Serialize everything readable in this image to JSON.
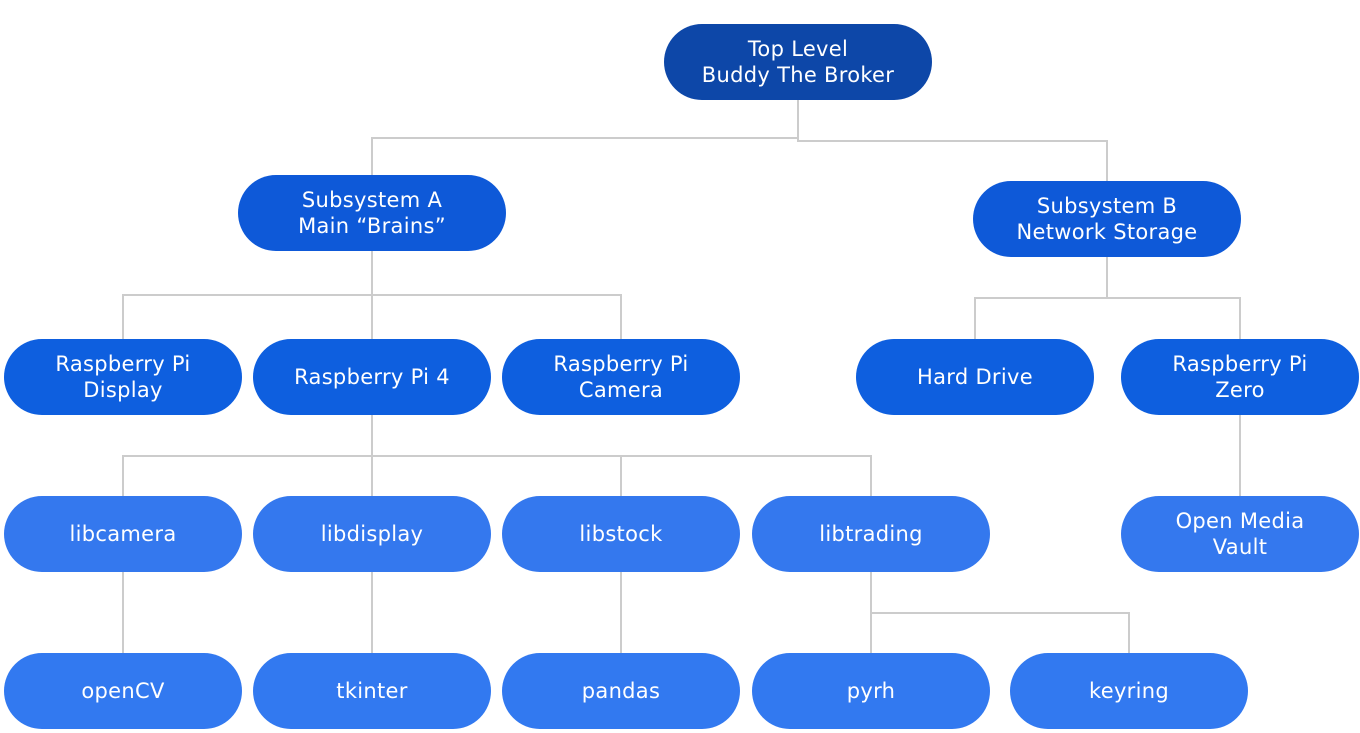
{
  "colors": {
    "top_level": "#0d47a8",
    "subsystem": "#0e59d8",
    "component": "#0e5fdf",
    "library": "#3478ee",
    "dependency": "#3279f0",
    "connector": "#cccccc"
  },
  "nodes": {
    "top": "Top Level\nBuddy The Broker",
    "subsystem_a": "Subsystem A\nMain “Brains”",
    "subsystem_b": "Subsystem B\nNetwork Storage",
    "rpi_display": "Raspberry Pi\nDisplay",
    "rpi_4": "Raspberry Pi 4",
    "rpi_camera": "Raspberry Pi\nCamera",
    "hard_drive": "Hard Drive",
    "rpi_zero": "Raspberry Pi\nZero",
    "libcamera": "libcamera",
    "libdisplay": "libdisplay",
    "libstock": "libstock",
    "libtrading": "libtrading",
    "open_media_vault": "Open Media\nVault",
    "opencv": "openCV",
    "tkinter": "tkinter",
    "pandas": "pandas",
    "pyrh": "pyrh",
    "keyring": "keyring"
  },
  "edges": [
    [
      "top",
      "subsystem_a"
    ],
    [
      "top",
      "subsystem_b"
    ],
    [
      "subsystem_a",
      "rpi_display"
    ],
    [
      "subsystem_a",
      "rpi_4"
    ],
    [
      "subsystem_a",
      "rpi_camera"
    ],
    [
      "subsystem_b",
      "hard_drive"
    ],
    [
      "subsystem_b",
      "rpi_zero"
    ],
    [
      "rpi_4",
      "libcamera"
    ],
    [
      "rpi_4",
      "libdisplay"
    ],
    [
      "rpi_4",
      "libstock"
    ],
    [
      "rpi_4",
      "libtrading"
    ],
    [
      "rpi_zero",
      "open_media_vault"
    ],
    [
      "libcamera",
      "opencv"
    ],
    [
      "libdisplay",
      "tkinter"
    ],
    [
      "libstock",
      "pandas"
    ],
    [
      "libtrading",
      "pyrh"
    ],
    [
      "libtrading",
      "keyring"
    ]
  ]
}
